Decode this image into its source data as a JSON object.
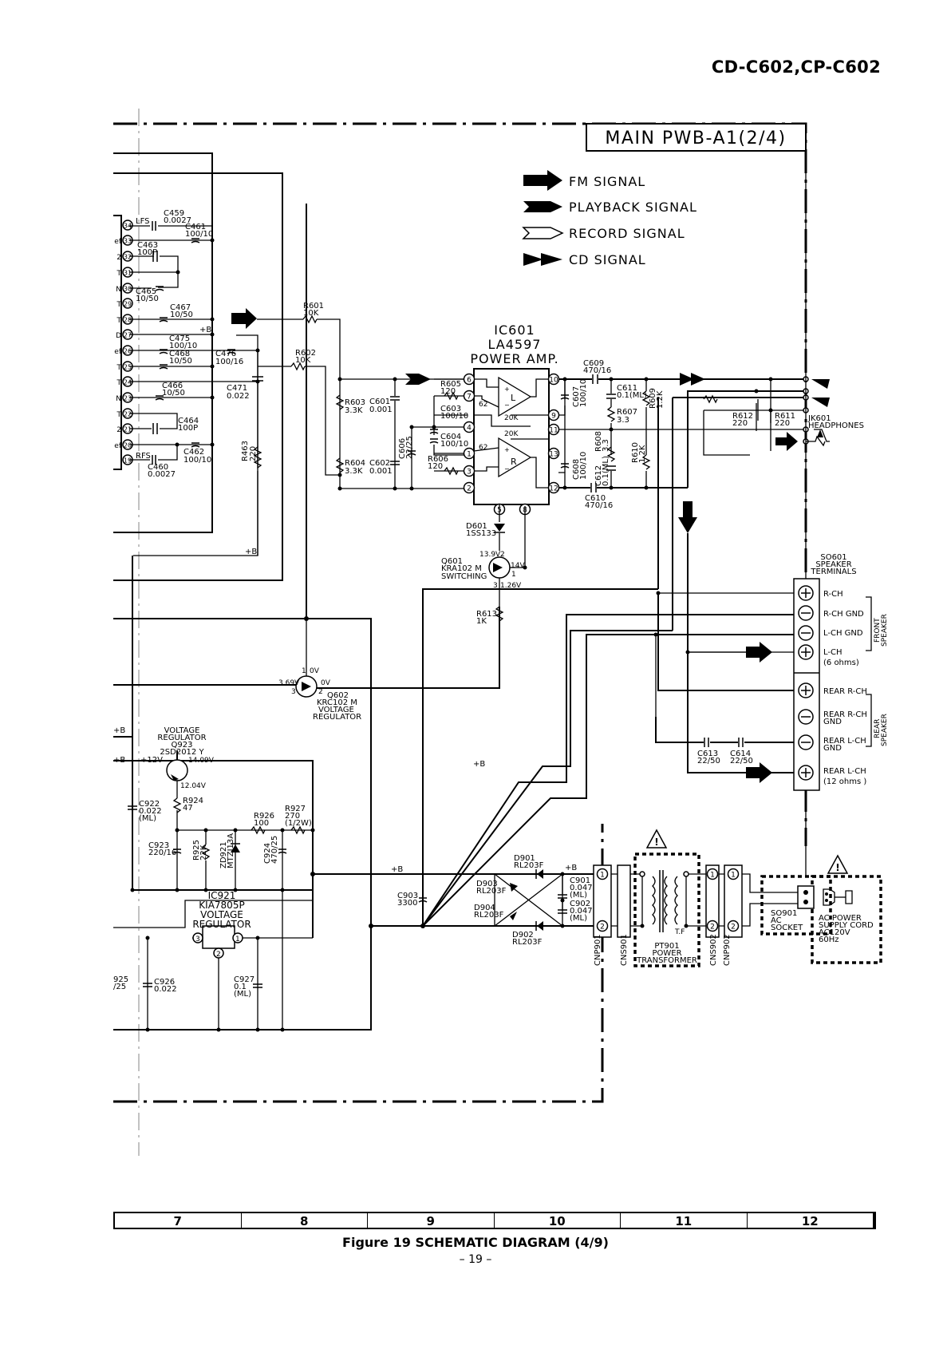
{
  "header": {
    "model": "CD-C602,CP-C602"
  },
  "board_title": "MAIN PWB-A1(2/4)",
  "legend": [
    {
      "label": "FM SIGNAL"
    },
    {
      "label": "PLAYBACK SIGNAL"
    },
    {
      "label": "RECORD SIGNAL"
    },
    {
      "label": "CD SIGNAL"
    }
  ],
  "ic601": {
    "ref": "IC601",
    "part": "LA4597",
    "func": "POWER AMP.",
    "ch_l": "L",
    "ch_r": "R",
    "r20k_a": "20K",
    "r20k_b": "20K",
    "r62_a": "62",
    "r62_b": "62"
  },
  "left_pins": [
    "34",
    "33",
    "32",
    "31",
    "30",
    "29",
    "28",
    "27",
    "26",
    "25",
    "24",
    "23",
    "22",
    "21",
    "20",
    "19"
  ],
  "left_pin_labels": [
    "",
    "ef",
    "2",
    "T",
    "N",
    "T",
    "T",
    "D",
    "ef",
    "T",
    "T",
    "N",
    "T",
    "2",
    "ef",
    ""
  ],
  "ic601_pins": [
    "6",
    "7",
    "4",
    "1",
    "3",
    "2",
    "10",
    "9",
    "11",
    "13",
    "12",
    "5",
    "8"
  ],
  "components": {
    "c459": {
      "ref": "C459",
      "val": "0.0027"
    },
    "c461": {
      "ref": "C461",
      "val": "100/10"
    },
    "c463": {
      "ref": "C463",
      "val": "100P"
    },
    "c465": {
      "ref": "C465",
      "val": "10/50"
    },
    "c467": {
      "ref": "C467",
      "val": "10/50"
    },
    "c475": {
      "ref": "C475",
      "val": "100/10"
    },
    "c468": {
      "ref": "C468",
      "val": "10/50"
    },
    "c476": {
      "ref": "C476",
      "val": "100/16"
    },
    "c471": {
      "ref": "C471",
      "val": "0.022"
    },
    "c466": {
      "ref": "C466",
      "val": "10/50"
    },
    "c464": {
      "ref": "C464",
      "val": "100P"
    },
    "c462": {
      "ref": "C462",
      "val": "100/10"
    },
    "c460": {
      "ref": "C460",
      "val": "0.0027"
    },
    "r463": {
      "ref": "R463",
      "val": "220"
    },
    "lfs": "LFS",
    "rfs": "RFS",
    "plusb": "+B",
    "r601": {
      "ref": "R601",
      "val": "10K"
    },
    "r602": {
      "ref": "R602",
      "val": "10K"
    },
    "r603": {
      "ref": "R603",
      "val": "3.3K"
    },
    "r604": {
      "ref": "R604",
      "val": "3.3K"
    },
    "c601": {
      "ref": "C601",
      "val": "0.001"
    },
    "c602": {
      "ref": "C602",
      "val": "0.001"
    },
    "c606": {
      "ref": "C606",
      "val": "22/25"
    },
    "r605": {
      "ref": "R605",
      "val": "120"
    },
    "r606": {
      "ref": "R606",
      "val": "120"
    },
    "c603": {
      "ref": "C603",
      "val": "100/10"
    },
    "c604": {
      "ref": "C604",
      "val": "100/10"
    },
    "c609": {
      "ref": "C609",
      "val": "470/16"
    },
    "c610": {
      "ref": "C610",
      "val": "470/16"
    },
    "c607": {
      "ref": "C607",
      "val": "100/10"
    },
    "c608": {
      "ref": "C608",
      "val": "100/10"
    },
    "c611": {
      "ref": "C611",
      "val": "0.1(ML)"
    },
    "c612": {
      "ref": "C612",
      "val": "0.1(ML)"
    },
    "r607": {
      "ref": "R607",
      "val": "3.3"
    },
    "r608": {
      "ref": "R608",
      "val": "3.3"
    },
    "r609": {
      "ref": "R609",
      "val": "1.2K"
    },
    "r610": {
      "ref": "R610",
      "val": "1.2K"
    },
    "r612": {
      "ref": "R612",
      "val": "220"
    },
    "r611": {
      "ref": "R611",
      "val": "220"
    },
    "jk601": {
      "ref": "JK601",
      "func": "HEADPHONES"
    },
    "d601": {
      "ref": "D601",
      "val": "1SS133"
    },
    "q601": {
      "ref": "Q601",
      "part": "KRA102 M",
      "func": "SWITCHING",
      "v_e": "13.9V",
      "v_c": "14V",
      "v_b": "1.26V",
      "p2": "2",
      "p1": "1",
      "p3": "3"
    },
    "r613": {
      "ref": "R613",
      "val": "1K"
    },
    "q602": {
      "ref": "Q602",
      "part": "KRC102 M",
      "func1": "VOLTAGE",
      "func2": "REGULATOR",
      "v1": "0V",
      "v2": "0V",
      "v3": "3.69V",
      "p1": "1",
      "p2": "2",
      "p3": "3"
    },
    "q923": {
      "label1": "VOLTAGE",
      "label2": "REGULATOR",
      "ref": "Q923",
      "part": "2SD2012  Y",
      "v_in": "+12V",
      "v_out": "14.09V",
      "v_b": "12.04V"
    },
    "r924": {
      "ref": "R924",
      "val": "47"
    },
    "c922": {
      "ref": "C922",
      "val": "0.022",
      "note": "(ML)"
    },
    "c923": {
      "ref": "C923",
      "val": "220/16"
    },
    "r925": {
      "ref": "R925",
      "val": "22K"
    },
    "zd921": {
      "ref": "ZD921",
      "val": "MTZJ13A"
    },
    "r926": {
      "ref": "R926",
      "val": "100"
    },
    "r927": {
      "ref": "R927",
      "val": "270",
      "note": "(1/2W)"
    },
    "c924": {
      "ref": "C924",
      "val": "470/25"
    },
    "ic921": {
      "ref": "IC921",
      "part": "KIA7805P",
      "func1": "VOLTAGE",
      "func2": "REGULATOR",
      "p3": "3",
      "p2": "2",
      "p1": "1"
    },
    "c925_partial": {
      "ref": "925",
      "val": "/25"
    },
    "c926": {
      "ref": "C926",
      "val": "0.022"
    },
    "c927": {
      "ref": "C927",
      "val": "0.1",
      "note": "(ML)"
    },
    "c903": {
      "ref": "C903",
      "val": "3300"
    },
    "d901": {
      "ref": "D901",
      "val": "RL203F"
    },
    "d902": {
      "ref": "D902",
      "val": "RL203F"
    },
    "d903": {
      "ref": "D903",
      "val": "RL203F"
    },
    "d904": {
      "ref": "D904",
      "val": "RL203F"
    },
    "c901": {
      "ref": "C901",
      "val": "0.047",
      "note": "(ML)"
    },
    "c902": {
      "ref": "C902",
      "val": "0.047",
      "note": "(ML)"
    },
    "c613": {
      "ref": "C613",
      "val": "22/50"
    },
    "c614": {
      "ref": "C614",
      "val": "22/50"
    },
    "pt901": {
      "ref": "PT901",
      "func1": "POWER",
      "func2": "TRANSFORMER",
      "tf": "T.F"
    },
    "cnp901": "CNP901",
    "cns901": "CNS901",
    "cns902": "CNS902",
    "cnp902": "CNP902",
    "so901": {
      "ref": "SO901",
      "l2": "AC",
      "l3": "SOCKET"
    },
    "ac_cord": {
      "l1": "AC POWER",
      "l2": "SUPPLY CORD",
      "l3": "AC120V",
      "l4": "60Hz"
    },
    "conn_pin1": "1",
    "conn_pin2": "2",
    "warn": "!"
  },
  "speaker": {
    "ref": "SO601",
    "l1": "SPEAKER",
    "l2": "TERMINALS",
    "terms": [
      "R-CH",
      "R-CH  GND",
      "L-CH  GND",
      "L-CH",
      "REAR  R-CH",
      "REAR  R-CH",
      "REAR  L-CH",
      "REAR  L-CH"
    ],
    "subs": [
      "GND",
      "GND",
      "(6 ohms)",
      "(12 ohms  )"
    ],
    "front": "FRONT",
    "front2": "SPEAKER",
    "rear": "REAR",
    "rear2": "SPEAKER"
  },
  "grid": [
    "7",
    "8",
    "9",
    "10",
    "11",
    "12"
  ],
  "caption": "Figure 19 SCHEMATIC DIAGRAM (4/9)",
  "page_number": "– 19 –"
}
